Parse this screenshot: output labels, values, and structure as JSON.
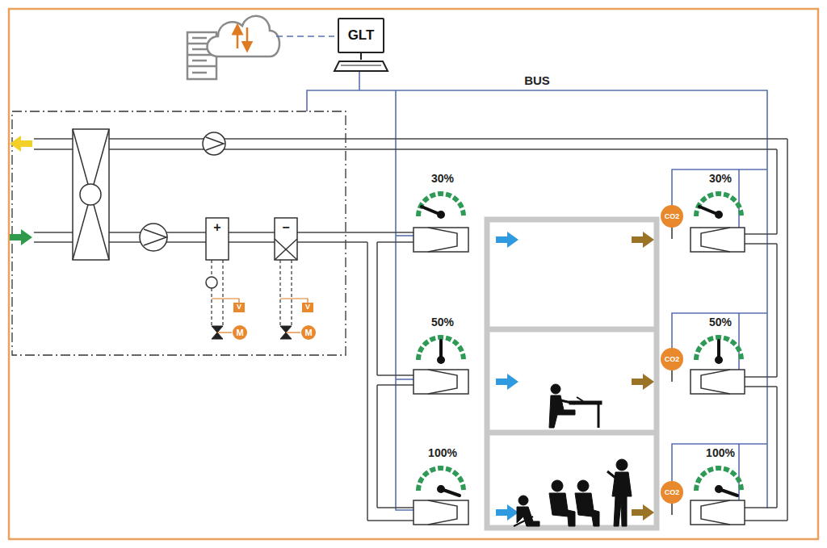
{
  "diagram": {
    "nodes": [
      {
        "text": [
          "GLT"
        ]
      },
      {
        "text": [
          "CO2"
        ]
      },
      {
        "text": [
          "CO2"
        ]
      },
      {
        "text": [
          "CO2"
        ]
      }
    ],
    "labels": [
      "BUS",
      "30%",
      "50%",
      "100%",
      "30%",
      "50%",
      "100%",
      "+",
      "−",
      "V",
      "M",
      "V",
      "M"
    ]
  }
}
